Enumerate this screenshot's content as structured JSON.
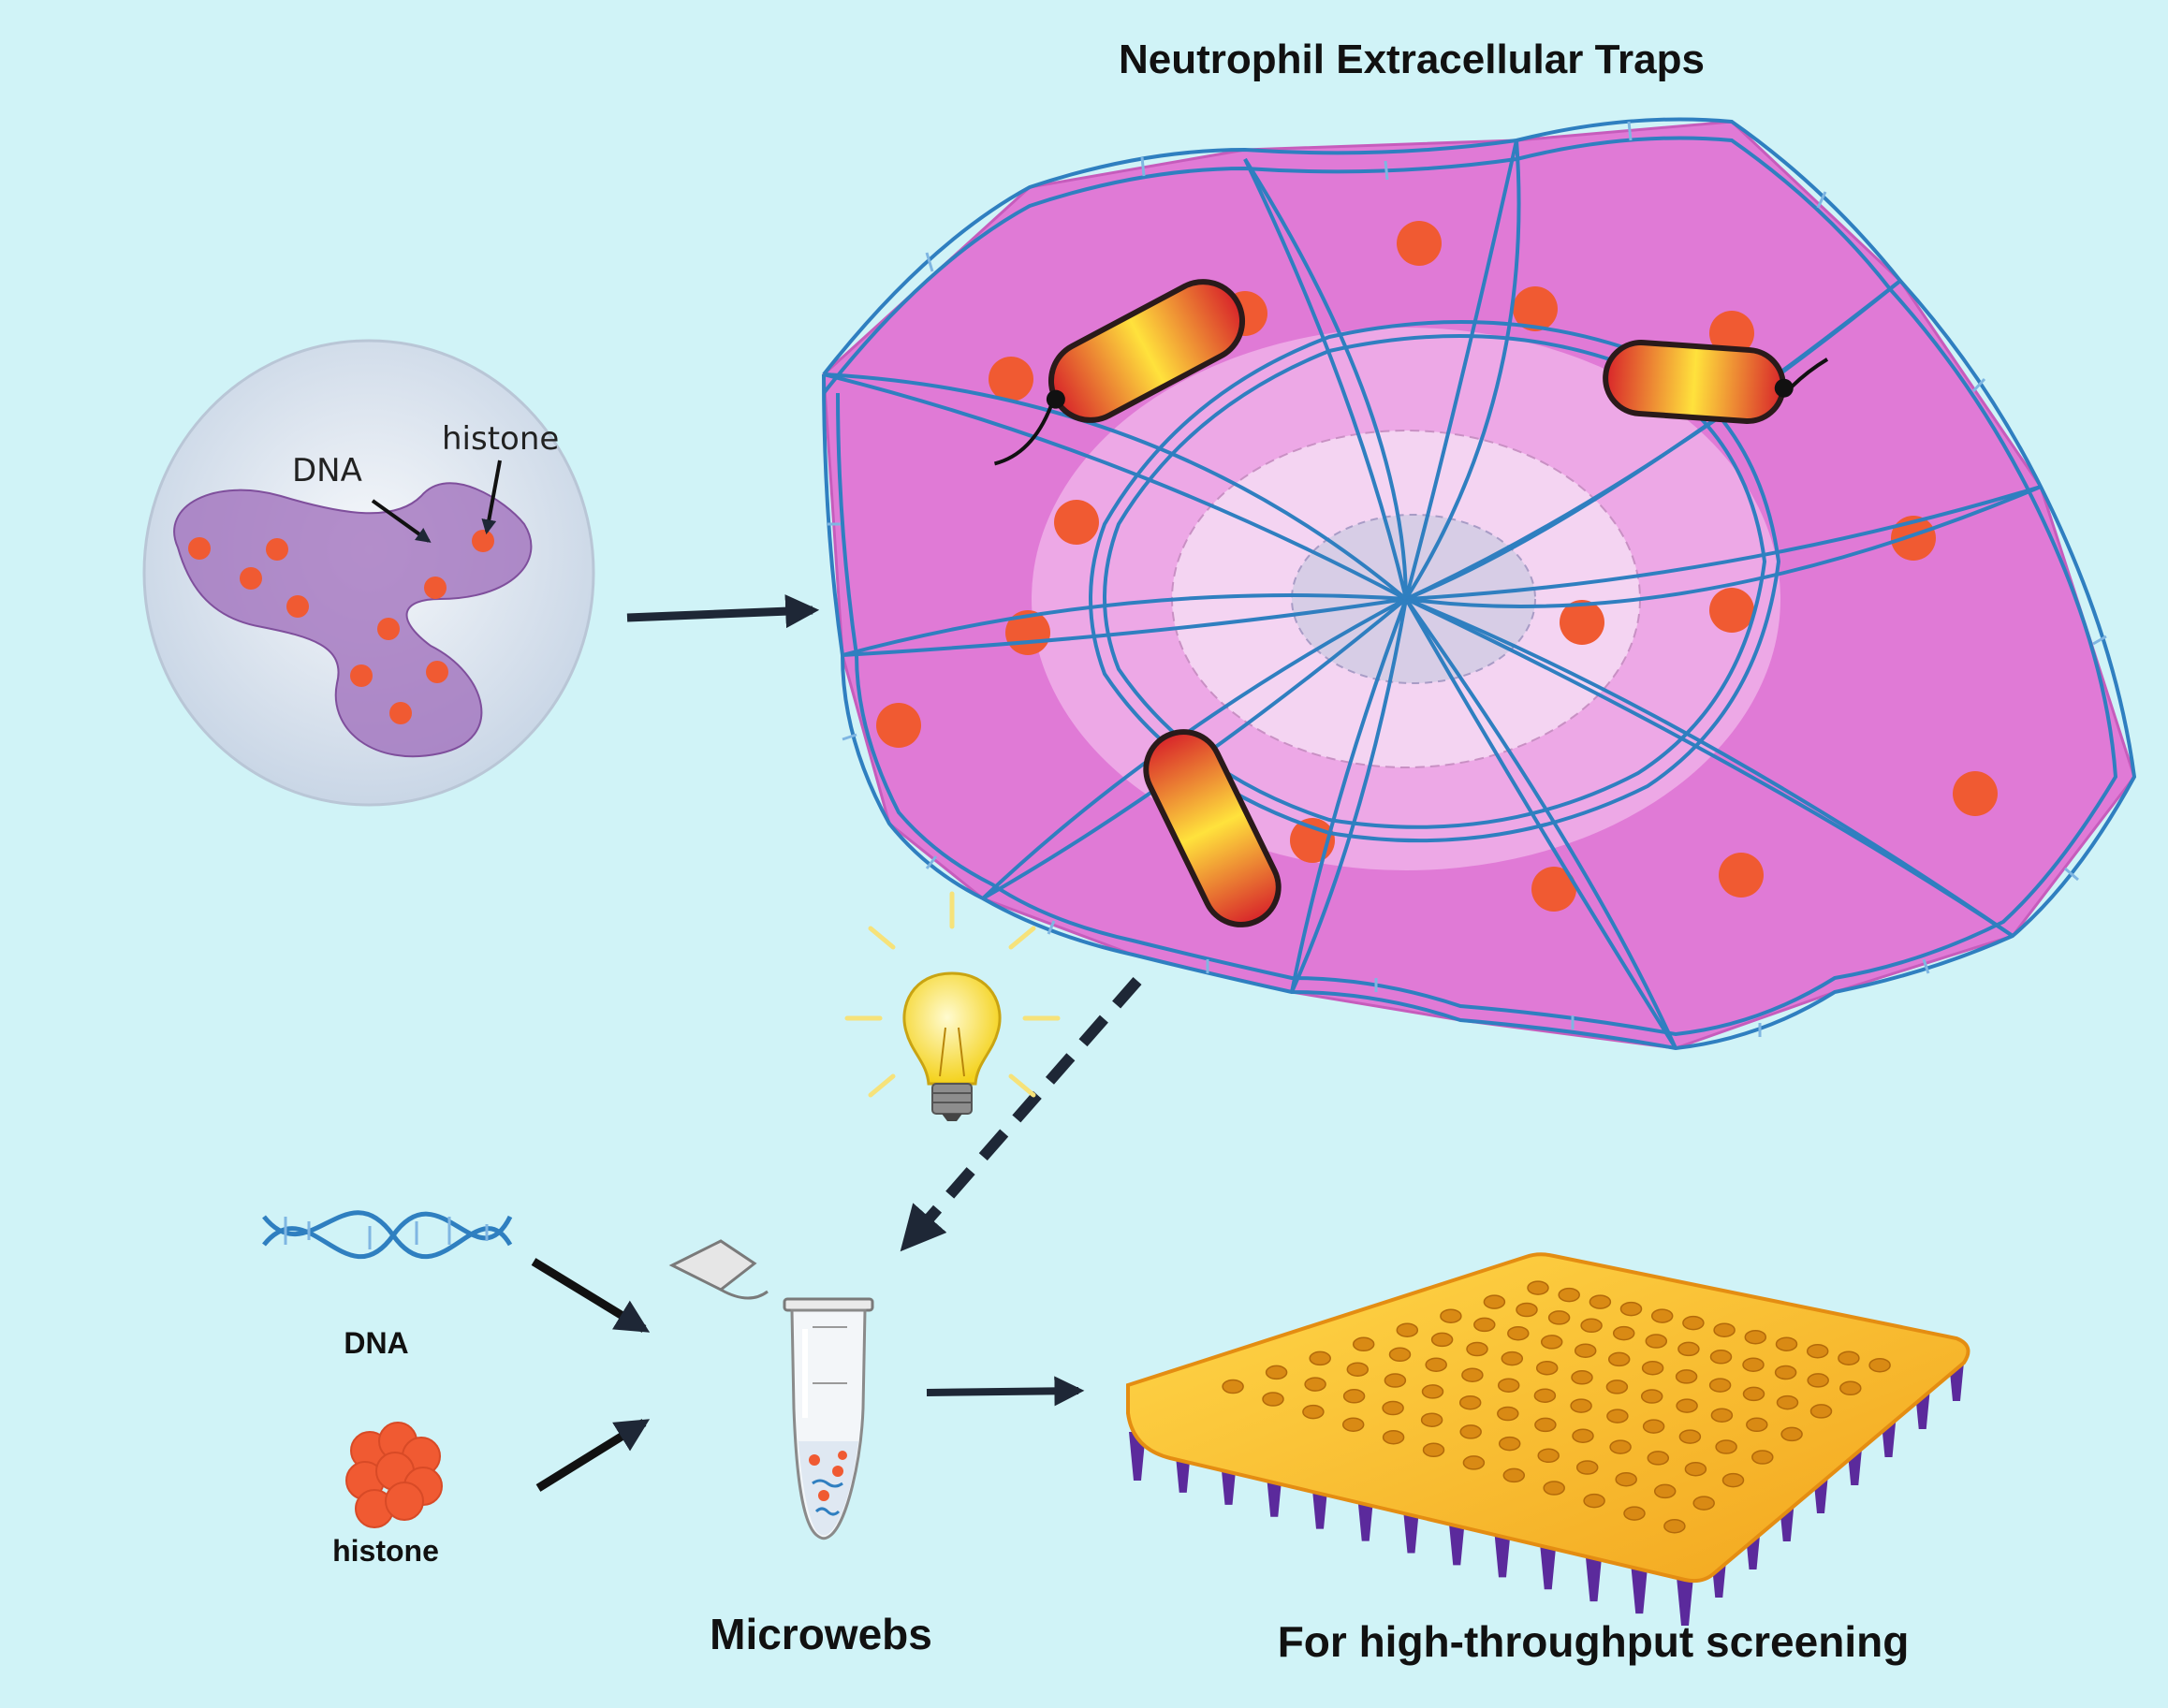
{
  "title": "Neutrophil Extracellular Traps",
  "neutrophil": {
    "dna_label": "DNA",
    "histone_label": "histone"
  },
  "components": {
    "dna_label": "DNA",
    "histone_label": "histone"
  },
  "tube_label": "Microwebs",
  "plate_label": "For high-throughput screening",
  "colors": {
    "background": "#d0f3f7",
    "dna_helix": "#2f7fc0",
    "net_magenta": "#e07ad6",
    "histone": "#f05a32",
    "nucleus": "#a070bc",
    "plate": "#f6b81c",
    "arrow": "#1e2736"
  },
  "icons": [
    "lightbulb-icon",
    "microcentrifuge-tube-icon",
    "well-plate-icon",
    "bacterium-icon"
  ]
}
